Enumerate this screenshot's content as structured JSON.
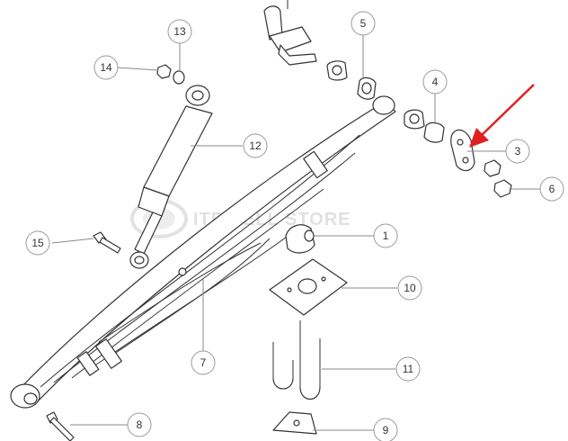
{
  "watermark": {
    "text": "ITE SELL STORE"
  },
  "callouts": [
    {
      "id": "1",
      "label": "1"
    },
    {
      "id": "3",
      "label": "3"
    },
    {
      "id": "4",
      "label": "4"
    },
    {
      "id": "5",
      "label": "5"
    },
    {
      "id": "6",
      "label": "6"
    },
    {
      "id": "7",
      "label": "7"
    },
    {
      "id": "8",
      "label": "8"
    },
    {
      "id": "9",
      "label": "9"
    },
    {
      "id": "10",
      "label": "10"
    },
    {
      "id": "11",
      "label": "11"
    },
    {
      "id": "12",
      "label": "12"
    },
    {
      "id": "13",
      "label": "13"
    },
    {
      "id": "14",
      "label": "14"
    },
    {
      "id": "15",
      "label": "15"
    }
  ],
  "highlight": {
    "target_part": "3",
    "arrow_color": "#e02020"
  }
}
